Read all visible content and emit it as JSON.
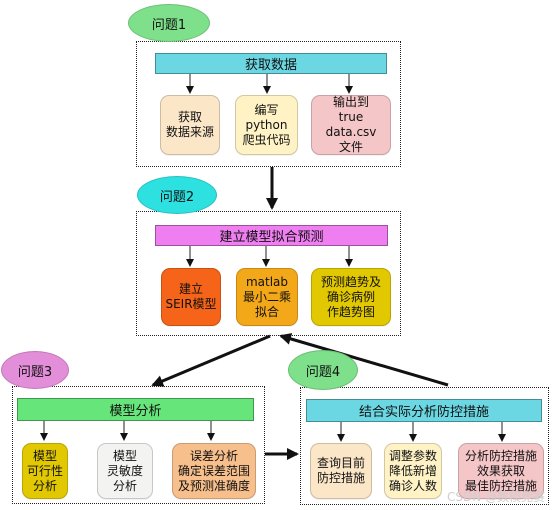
{
  "colors": {
    "ellipse_green": "#7ee08a",
    "ellipse_cyan": "#2de1e1",
    "ellipse_pink": "#e38ed8",
    "header_cyan": "#6bd7e3",
    "header_magenta": "#ef7ef1",
    "header_green": "#66e57a",
    "node_peach": "#fbe6c8",
    "node_cream": "#fff3c6",
    "node_pink": "#f5c6c8",
    "node_orange": "#f56418",
    "node_gold": "#f3a81a",
    "node_yellow": "#e2c800",
    "node_gray": "#f3f3f1",
    "node_tan": "#f7bf8b"
  },
  "section1": {
    "tag": "问题1",
    "header": "获取数据",
    "nodes": [
      "获取\n数据来源",
      "编写\npython\n爬虫代码",
      "输出到\ntrue data.csv\n文件"
    ]
  },
  "section2": {
    "tag": "问题2",
    "header": "建立模型拟合预测",
    "nodes": [
      "建立\nSEIR模型",
      "matlab\n最小二乘\n拟合",
      "预测趋势及\n确诊病例\n作趋势图"
    ]
  },
  "section3": {
    "tag": "问题3",
    "header": "模型分析",
    "nodes": [
      "模型\n可行性\n分析",
      "模型\n灵敏度\n分析",
      "误差分析\n确定误差范围\n及预测准确度"
    ]
  },
  "section4": {
    "tag": "问题4",
    "header": "结合实际分析防控措施",
    "nodes": [
      "查询目前\n防控措施",
      "调整参数\n降低新增\n确诊人数",
      "分析防控措施\n效果获取\n最佳防控措施"
    ]
  },
  "watermark": "CSDN @数模竞赛"
}
